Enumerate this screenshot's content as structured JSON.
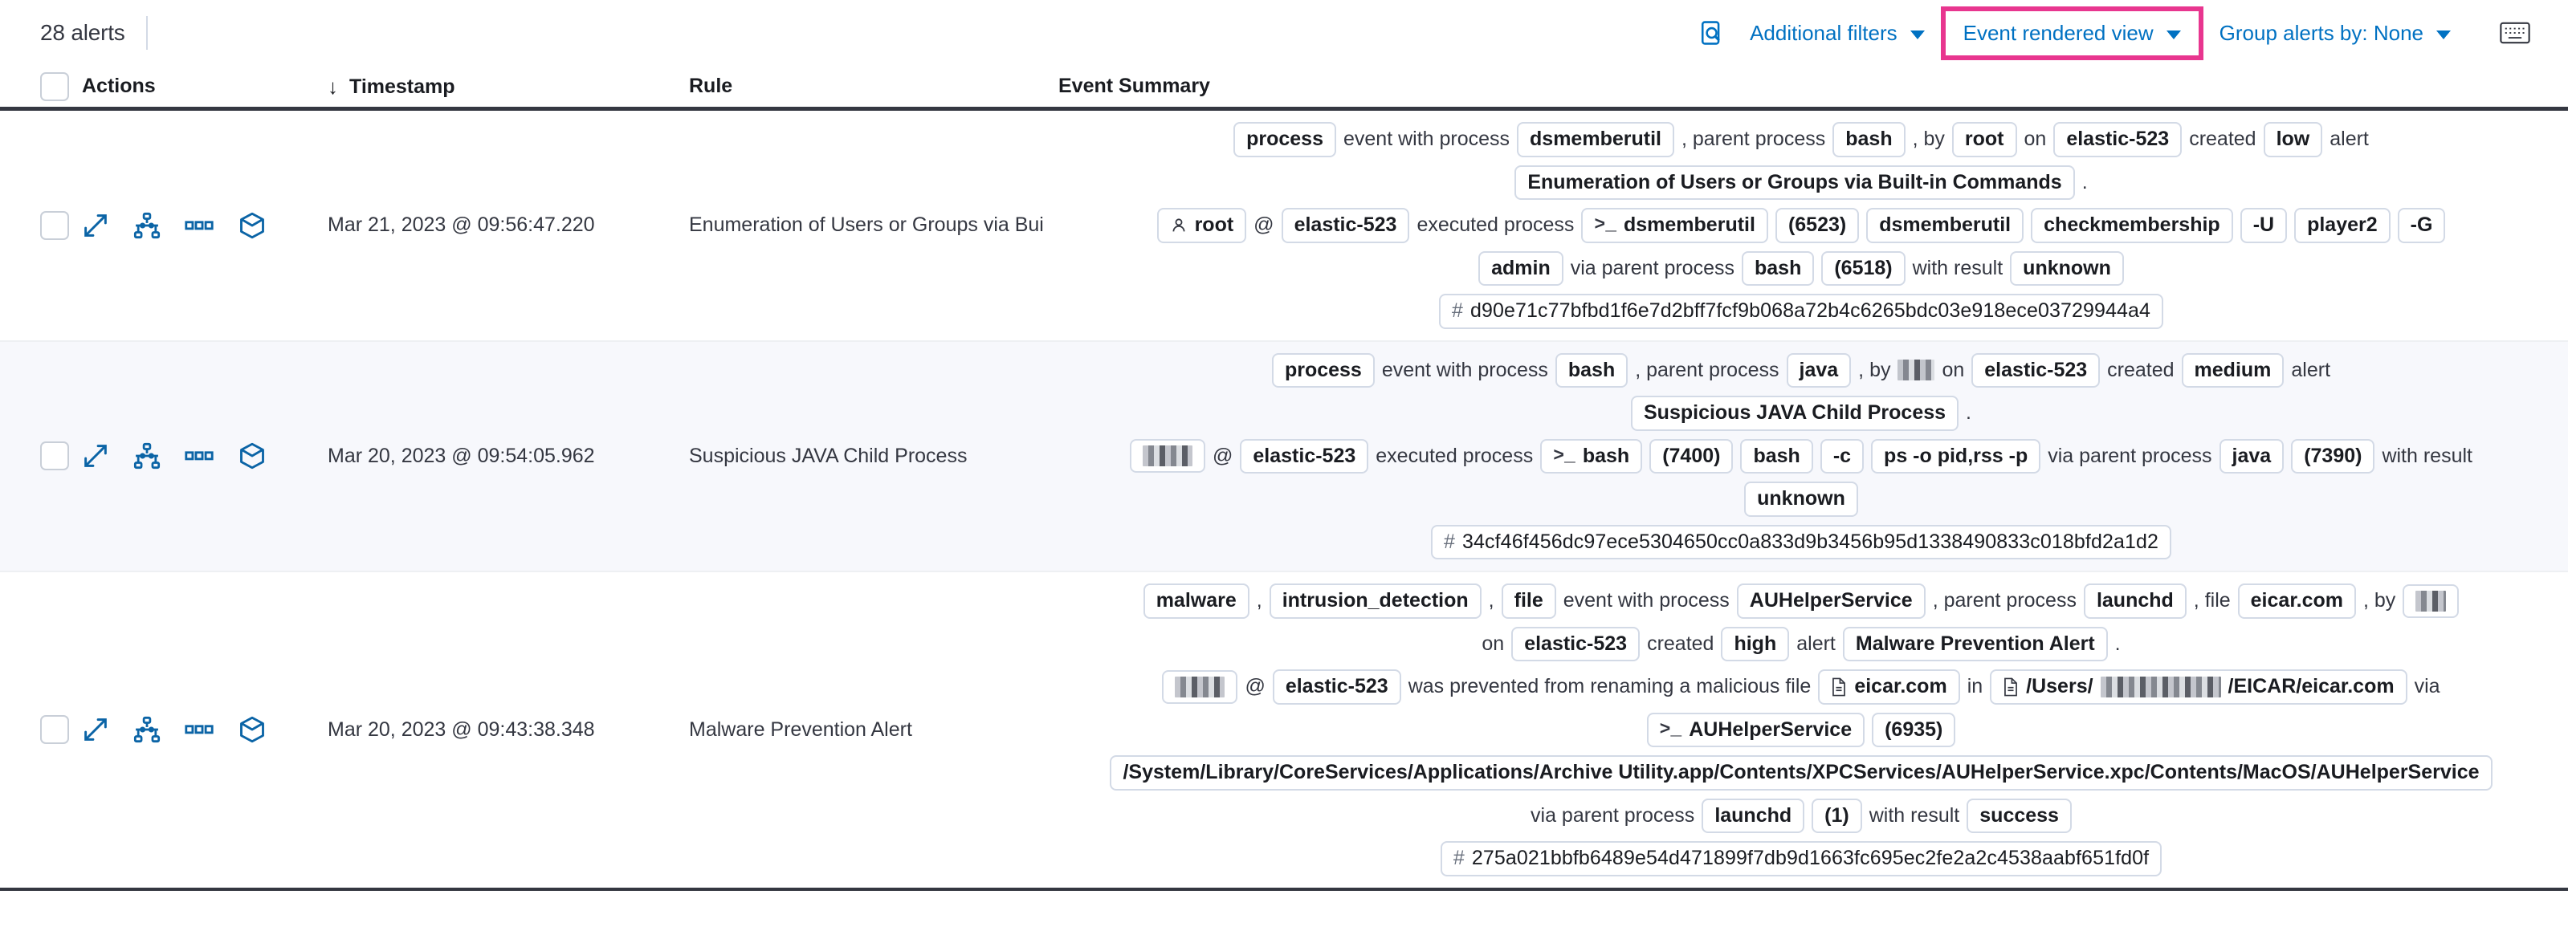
{
  "toolbar": {
    "alert_count": "28 alerts",
    "inspect_icon": "inspect-search-icon",
    "additional_filters": "Additional filters",
    "event_rendered_view": "Event rendered view",
    "group_alerts_by": "Group alerts by: None",
    "keyboard_icon": "keyboard-shortcuts-icon",
    "highlight_color": "#e8368f",
    "link_color": "#0071c2"
  },
  "columns": {
    "checkbox": "select-all",
    "actions": "Actions",
    "timestamp": "Timestamp",
    "sort_arrow": "↓",
    "rule": "Rule",
    "event_summary": "Event Summary"
  },
  "row_actions": [
    {
      "name": "expand-icon",
      "title": "Expand"
    },
    {
      "name": "analyzer-icon",
      "title": "Analyze event"
    },
    {
      "name": "more-actions-icon",
      "title": "More actions"
    },
    {
      "name": "session-view-icon",
      "title": "Session view"
    }
  ],
  "rows": [
    {
      "timestamp": "Mar 21, 2023 @ 09:56:47.220",
      "rule": "Enumeration of Users or Groups via Bui",
      "striped": false,
      "lines": [
        [
          {
            "t": "pill",
            "v": "process"
          },
          {
            "t": "txt",
            "v": "event with process"
          },
          {
            "t": "pill",
            "v": "dsmemberutil"
          },
          {
            "t": "txt",
            "v": ", parent process"
          },
          {
            "t": "pill",
            "v": "bash"
          },
          {
            "t": "txt",
            "v": ", by"
          },
          {
            "t": "pill",
            "v": "root"
          },
          {
            "t": "txt",
            "v": "on"
          },
          {
            "t": "pill",
            "v": "elastic-523"
          },
          {
            "t": "txt",
            "v": "created"
          },
          {
            "t": "pill",
            "v": "low"
          },
          {
            "t": "txt",
            "v": "alert"
          }
        ],
        [
          {
            "t": "pill",
            "v": "Enumeration of Users or Groups via Built-in Commands"
          },
          {
            "t": "txt",
            "v": "."
          }
        ],
        [
          {
            "t": "pill",
            "v": "root",
            "icon": "user-icon"
          },
          {
            "t": "txt",
            "v": "@"
          },
          {
            "t": "pill",
            "v": "elastic-523"
          },
          {
            "t": "txt",
            "v": "executed process"
          },
          {
            "t": "pill",
            "v": "dsmemberutil",
            "icon": "console-icon"
          },
          {
            "t": "pill",
            "v": "(6523)"
          },
          {
            "t": "pill",
            "v": "dsmemberutil"
          },
          {
            "t": "pill",
            "v": "checkmembership"
          },
          {
            "t": "pill",
            "v": "-U"
          },
          {
            "t": "pill",
            "v": "player2"
          },
          {
            "t": "pill",
            "v": "-G"
          }
        ],
        [
          {
            "t": "pill",
            "v": "admin"
          },
          {
            "t": "txt",
            "v": "via parent process"
          },
          {
            "t": "pill",
            "v": "bash"
          },
          {
            "t": "pill",
            "v": "(6518)"
          },
          {
            "t": "txt",
            "v": "with result"
          },
          {
            "t": "pill",
            "v": "unknown"
          }
        ],
        [
          {
            "t": "hash",
            "v": "d90e71c77bfbd1f6e7d2bff7fcf9b068a72b4c6265bdc03e918ece03729944a4"
          }
        ]
      ]
    },
    {
      "timestamp": "Mar 20, 2023 @ 09:54:05.962",
      "rule": "Suspicious JAVA Child Process",
      "striped": true,
      "lines": [
        [
          {
            "t": "pill",
            "v": "process"
          },
          {
            "t": "txt",
            "v": "event with process"
          },
          {
            "t": "pill",
            "v": "bash"
          },
          {
            "t": "txt",
            "v": ", parent process"
          },
          {
            "t": "pill",
            "v": "java"
          },
          {
            "t": "txt",
            "v": ", by"
          },
          {
            "t": "redact",
            "w": "w1"
          },
          {
            "t": "txt",
            "v": "on"
          },
          {
            "t": "pill",
            "v": "elastic-523"
          },
          {
            "t": "txt",
            "v": "created"
          },
          {
            "t": "pill",
            "v": "medium"
          },
          {
            "t": "txt",
            "v": "alert"
          }
        ],
        [
          {
            "t": "pill",
            "v": "Suspicious JAVA Child Process"
          },
          {
            "t": "txt",
            "v": "."
          }
        ],
        [
          {
            "t": "redactpill",
            "w": "w2"
          },
          {
            "t": "txt",
            "v": "@"
          },
          {
            "t": "pill",
            "v": "elastic-523"
          },
          {
            "t": "txt",
            "v": "executed process"
          },
          {
            "t": "pill",
            "v": "bash",
            "icon": "console-icon"
          },
          {
            "t": "pill",
            "v": "(7400)"
          },
          {
            "t": "pill",
            "v": "bash"
          },
          {
            "t": "pill",
            "v": "-c"
          },
          {
            "t": "pill",
            "v": "ps -o pid,rss -p"
          },
          {
            "t": "txt",
            "v": "via parent process"
          },
          {
            "t": "pill",
            "v": "java"
          },
          {
            "t": "pill",
            "v": "(7390)"
          },
          {
            "t": "txt",
            "v": "with result"
          }
        ],
        [
          {
            "t": "pill",
            "v": "unknown"
          }
        ],
        [
          {
            "t": "hash",
            "v": "34cf46f456dc97ece5304650cc0a833d9b3456b95d1338490833c018bfd2a1d2"
          }
        ]
      ]
    },
    {
      "timestamp": "Mar 20, 2023 @ 09:43:38.348",
      "rule": "Malware Prevention Alert",
      "striped": false,
      "last": true,
      "lines": [
        [
          {
            "t": "pill",
            "v": "malware"
          },
          {
            "t": "txt",
            "v": ","
          },
          {
            "t": "pill",
            "v": "intrusion_detection"
          },
          {
            "t": "txt",
            "v": ","
          },
          {
            "t": "pill",
            "v": "file"
          },
          {
            "t": "txt",
            "v": "event with process"
          },
          {
            "t": "pill",
            "v": "AUHelperService"
          },
          {
            "t": "txt",
            "v": ", parent process"
          },
          {
            "t": "pill",
            "v": "launchd"
          },
          {
            "t": "txt",
            "v": ", file"
          },
          {
            "t": "pill",
            "v": "eicar.com"
          },
          {
            "t": "txt",
            "v": ", by"
          },
          {
            "t": "redactpill",
            "w": "w3"
          }
        ],
        [
          {
            "t": "txt",
            "v": "on"
          },
          {
            "t": "pill",
            "v": "elastic-523"
          },
          {
            "t": "txt",
            "v": "created"
          },
          {
            "t": "pill",
            "v": "high"
          },
          {
            "t": "txt",
            "v": "alert"
          },
          {
            "t": "pill",
            "v": "Malware Prevention Alert"
          },
          {
            "t": "txt",
            "v": "."
          }
        ],
        [
          {
            "t": "redactpill",
            "w": "w2"
          },
          {
            "t": "txt",
            "v": "@"
          },
          {
            "t": "pill",
            "v": "elastic-523"
          },
          {
            "t": "txt",
            "v": "was prevented from renaming a malicious file"
          },
          {
            "t": "pill",
            "v": "eicar.com",
            "icon": "file-icon"
          },
          {
            "t": "txt",
            "v": "in"
          },
          {
            "t": "pillredact",
            "pre": "/Users/",
            "post": "/EICAR/eicar.com",
            "w": "w4",
            "icon": "file-icon"
          },
          {
            "t": "txt",
            "v": "via"
          }
        ],
        [
          {
            "t": "pill",
            "v": "AUHelperService",
            "icon": "console-icon"
          },
          {
            "t": "pill",
            "v": "(6935)"
          }
        ],
        [
          {
            "t": "pill",
            "v": "/System/Library/CoreServices/Applications/Archive Utility.app/Contents/XPCServices/AUHelperService.xpc/Contents/MacOS/AUHelperService"
          }
        ],
        [
          {
            "t": "txt",
            "v": "via parent process"
          },
          {
            "t": "pill",
            "v": "launchd"
          },
          {
            "t": "pill",
            "v": "(1)"
          },
          {
            "t": "txt",
            "v": "with result"
          },
          {
            "t": "pill",
            "v": "success"
          }
        ],
        [
          {
            "t": "hash",
            "v": "275a021bbfb6489e54d471899f7db9d1663fc695ec2fe2a2c4538aabf651fd0f"
          }
        ]
      ]
    }
  ]
}
